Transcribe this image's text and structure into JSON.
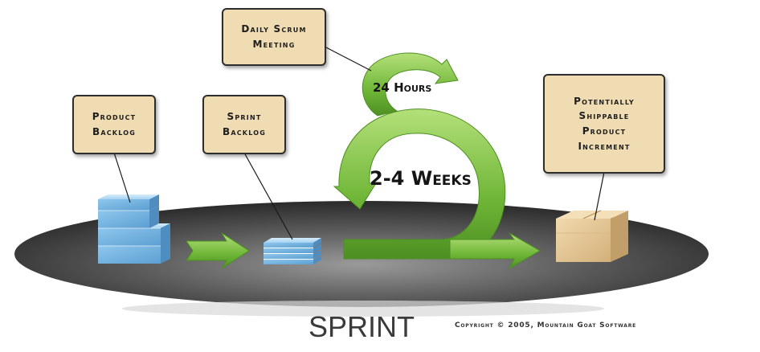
{
  "labels": {
    "daily_scrum": [
      "Daily Scrum",
      "Meeting"
    ],
    "product_backlog": [
      "Product",
      "Backlog"
    ],
    "sprint_backlog": [
      "Sprint",
      "Backlog"
    ],
    "increment": [
      "Potentially",
      "Shippable",
      "Product",
      "Increment"
    ]
  },
  "loop": {
    "small_loop_label": "24 Hours",
    "big_loop_label": "2-4 Weeks"
  },
  "caption": "SPRINT",
  "copyright": "Copyright © 2005, Mountain Goat Software",
  "colors": {
    "label_fill": "#f0dcb2",
    "arrow_green": "#7cc242",
    "block_blue": "#8ec5ea",
    "box_tan": "#e8cc9a",
    "platform_dark": "#2f2f2f"
  }
}
